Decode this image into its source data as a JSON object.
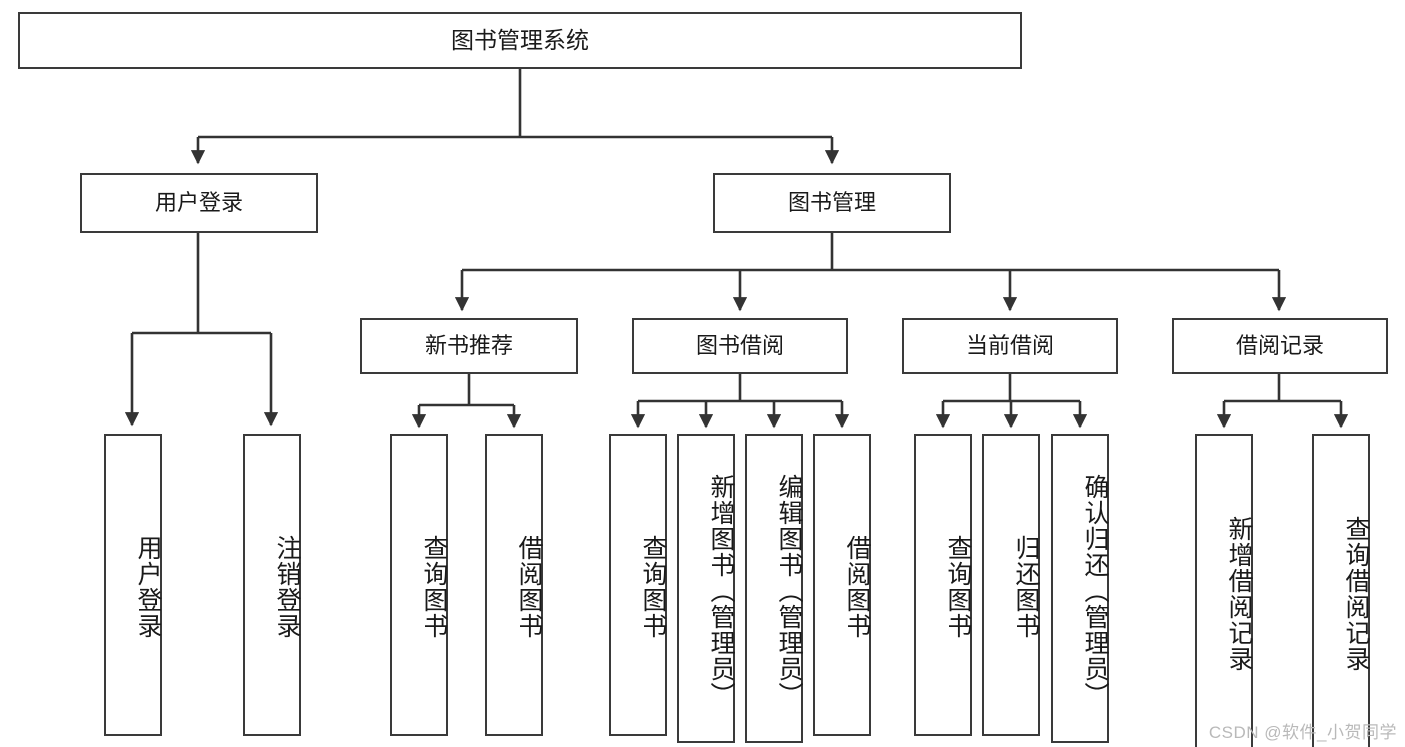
{
  "diagram": {
    "title_node": {
      "label": "图书管理系统"
    },
    "level2": [
      {
        "id": "user-login",
        "label": "用户登录"
      },
      {
        "id": "book-management",
        "label": "图书管理"
      }
    ],
    "level3": [
      {
        "id": "new-book-recommend",
        "label": "新书推荐"
      },
      {
        "id": "book-borrow",
        "label": "图书借阅"
      },
      {
        "id": "current-borrow",
        "label": "当前借阅"
      },
      {
        "id": "borrow-record",
        "label": "借阅记录"
      }
    ],
    "leaves": {
      "user_login": [
        {
          "id": "leaf-user-login",
          "label": "用户登录"
        },
        {
          "id": "leaf-logout-login",
          "label": "注销登录"
        }
      ],
      "new_book_recommend": [
        {
          "id": "leaf-query-book-1",
          "label": "查询图书"
        },
        {
          "id": "leaf-borrow-book-1",
          "label": "借阅图书"
        }
      ],
      "book_borrow": [
        {
          "id": "leaf-query-book-2",
          "label": "查询图书"
        },
        {
          "id": "leaf-add-book",
          "label": "新增图书（管理员）"
        },
        {
          "id": "leaf-edit-book",
          "label": "编辑图书（管理员）"
        },
        {
          "id": "leaf-borrow-book-2",
          "label": "借阅图书"
        }
      ],
      "current_borrow": [
        {
          "id": "leaf-query-book-3",
          "label": "查询图书"
        },
        {
          "id": "leaf-return-book",
          "label": "归还图书"
        },
        {
          "id": "leaf-confirm-return",
          "label": "确认归还（管理员）"
        }
      ],
      "borrow_record": [
        {
          "id": "leaf-add-record",
          "label": "新增借阅记录"
        },
        {
          "id": "leaf-query-record",
          "label": "查询借阅记录"
        }
      ]
    },
    "watermark": "CSDN @软件_小贺同学",
    "colors": {
      "border": "#3a3a3a",
      "fill": "#ffffff",
      "text": "#1a1a1a",
      "watermark": "#b9b9b9"
    }
  }
}
